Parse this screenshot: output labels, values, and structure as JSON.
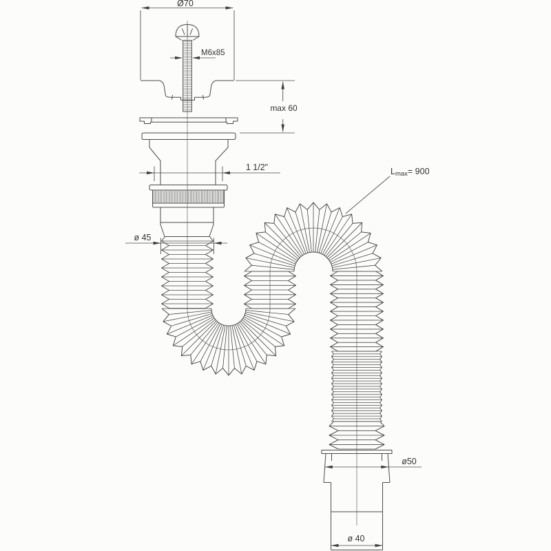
{
  "labels": {
    "top_diameter": "Ø70",
    "screw": "M6x85",
    "max_height": "max 60",
    "thread_size": "1 1/2\"",
    "mid_diameter": "ø 45",
    "lmax_prefix": "L",
    "lmax_sub": "max",
    "lmax_value": "= 900",
    "bell_diameter": "ø50",
    "outlet_diameter": "ø 40"
  },
  "style": {
    "line_color": "#4a4a4a",
    "hatch_color": "#5a5a5a",
    "centerline_color": "#777777",
    "text_color": "#333333",
    "background": "#fcfcfb"
  }
}
